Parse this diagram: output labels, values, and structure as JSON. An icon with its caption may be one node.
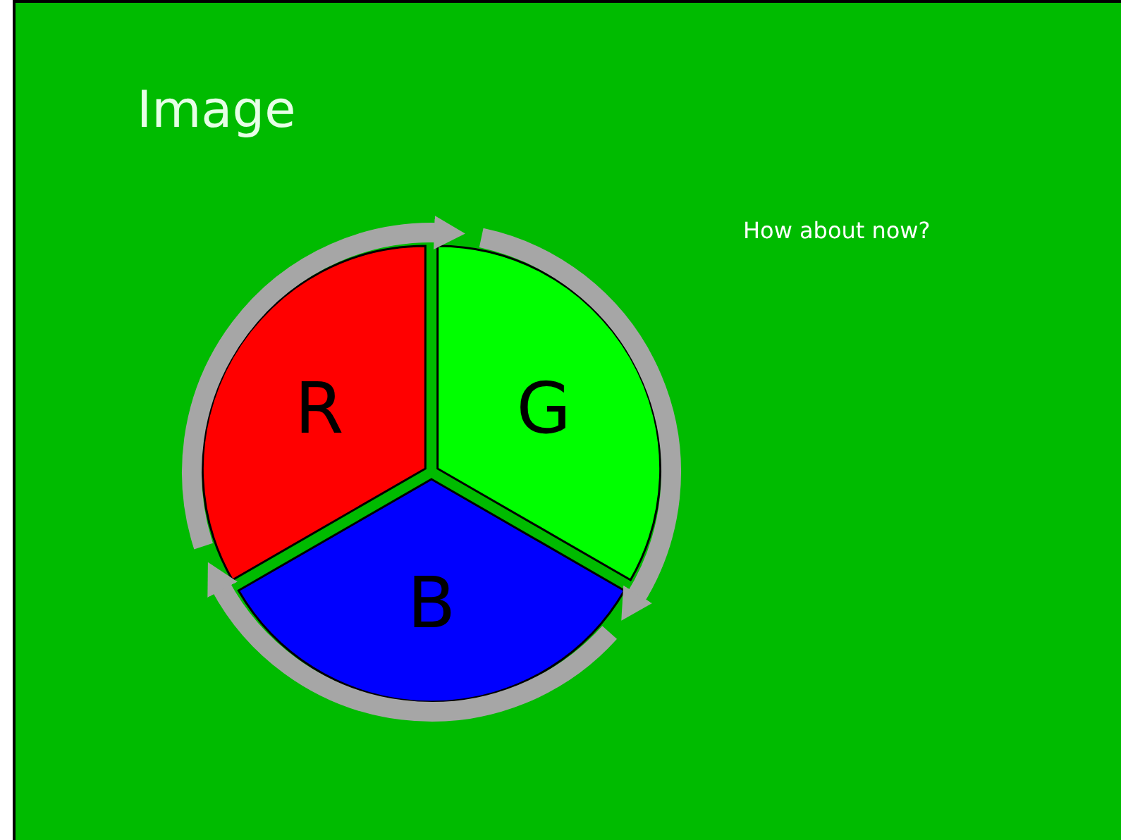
{
  "diagram": {
    "title": "Image",
    "nodes": [
      {
        "text": [
          "R"
        ]
      },
      {
        "text": [
          "G"
        ]
      },
      {
        "text": [
          "B"
        ]
      }
    ],
    "edges": [
      {
        "from": 0,
        "to": 1,
        "arrow": "to"
      },
      {
        "from": 1,
        "to": 2,
        "arrow": "to"
      },
      {
        "from": 2,
        "to": 0,
        "arrow": "to"
      }
    ],
    "labels": [
      "How about now?"
    ]
  }
}
